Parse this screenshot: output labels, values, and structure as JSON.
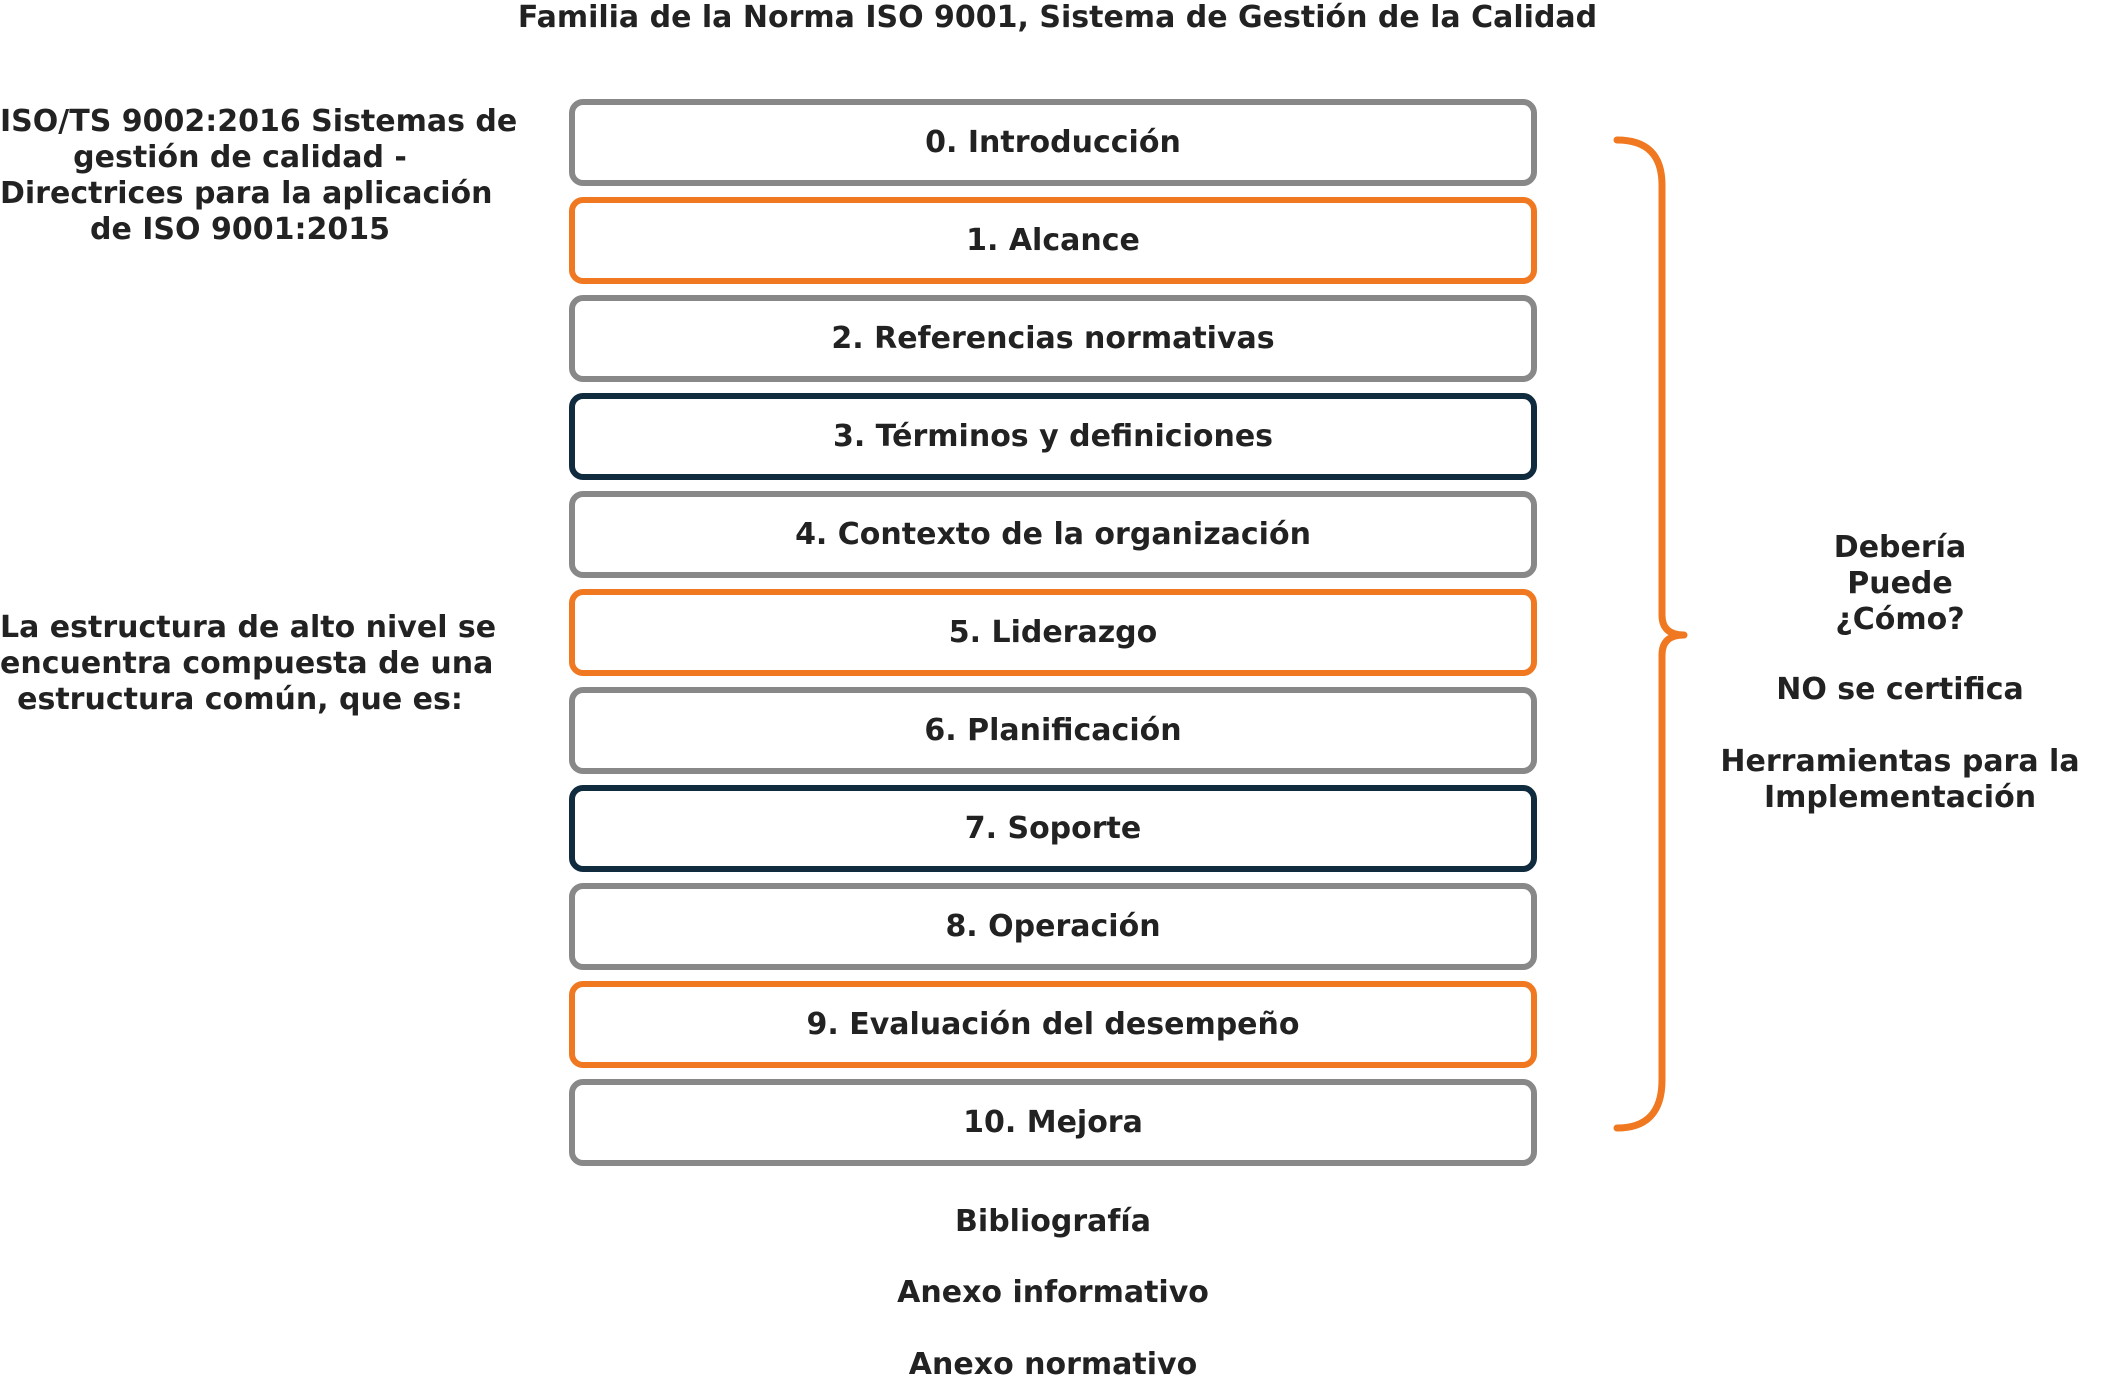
{
  "title": "Familia de la Norma ISO 9001, Sistema de Gestión de la Calidad",
  "left_notes": {
    "note_1": [
      "ISO/TS 9002:2016 Sistemas de",
      "gestión de calidad -",
      "Directrices para la aplicación",
      "de ISO 9001:2015"
    ],
    "note_2": [
      "La estructura de alto nivel se",
      "encuentra compuesta de una",
      "estructura común, que es:"
    ]
  },
  "sections": [
    {
      "label": "0. Introducción",
      "style": "gray"
    },
    {
      "label": "1. Alcance",
      "style": "orange"
    },
    {
      "label": "2. Referencias normativas",
      "style": "gray"
    },
    {
      "label": "3. Términos y definiciones",
      "style": "navy"
    },
    {
      "label": "4. Contexto de la organización",
      "style": "gray"
    },
    {
      "label": "5. Liderazgo",
      "style": "orange"
    },
    {
      "label": "6. Planificación",
      "style": "gray"
    },
    {
      "label": "7. Soporte",
      "style": "navy"
    },
    {
      "label": "8. Operación",
      "style": "gray"
    },
    {
      "label": "9. Evaluación del desempeño",
      "style": "orange"
    },
    {
      "label": "10. Mejora",
      "style": "gray"
    }
  ],
  "after_sections": [
    "Bibliografía",
    "Anexo informativo",
    "Anexo normativo"
  ],
  "right_notes": {
    "group_1": [
      "Debería",
      "Puede",
      "¿Cómo?"
    ],
    "group_2": [
      "NO se certifica"
    ],
    "group_3": [
      "Herramientas para la",
      "Implementación"
    ]
  },
  "colors": {
    "gray_border": "#888888",
    "orange_border": "#f07820",
    "navy_border": "#102a3e",
    "brace": "#f07820",
    "text": "#222222"
  }
}
